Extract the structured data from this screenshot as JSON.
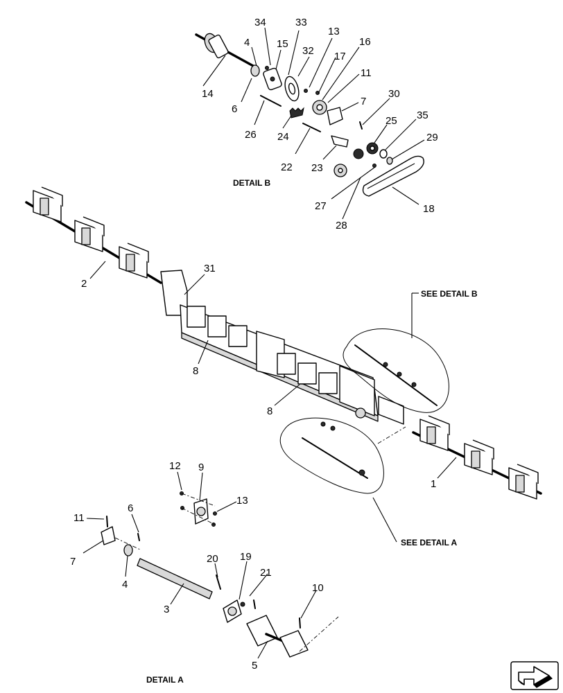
{
  "details": {
    "detail_a": "DETAIL A",
    "detail_b": "DETAIL B",
    "see_detail_a": "SEE DETAIL  A",
    "see_detail_b": "SEE DETAIL  B"
  },
  "callouts": {
    "c1": "1",
    "c2": "2",
    "c3": "3",
    "c4a": "4",
    "c4b": "4",
    "c5": "5",
    "c6a": "6",
    "c6b": "6",
    "c7a": "7",
    "c7b": "7",
    "c8a": "8",
    "c8b": "8",
    "c9": "9",
    "c10": "10",
    "c11a": "11",
    "c11b": "11",
    "c12": "12",
    "c13a": "13",
    "c13b": "13",
    "c14": "14",
    "c15": "15",
    "c16": "16",
    "c17": "17",
    "c18": "18",
    "c19": "19",
    "c20": "20",
    "c21": "21",
    "c22": "22",
    "c23": "23",
    "c24": "24",
    "c25": "25",
    "c26": "26",
    "c27": "27",
    "c28": "28",
    "c29": "29",
    "c30": "30",
    "c31": "31",
    "c32": "32",
    "c33": "33",
    "c34": "34",
    "c35": "35"
  },
  "icons": {
    "nav": "forward-arrow-icon"
  }
}
